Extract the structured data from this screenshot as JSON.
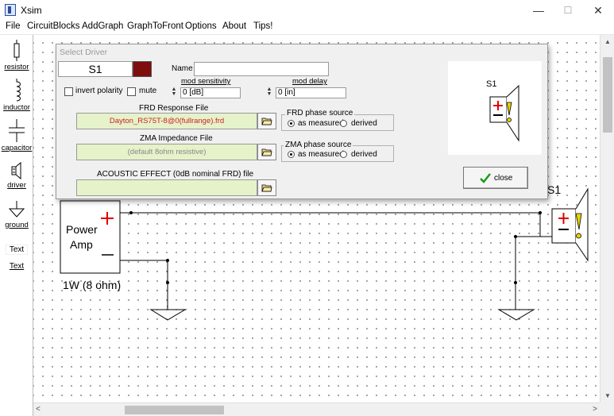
{
  "app": {
    "title": "Xsim"
  },
  "window_controls": {
    "minimize": "—",
    "maximize": "☐",
    "close": "✕"
  },
  "menu": [
    "File",
    "CircuitBlocks",
    "AddGraph",
    "GraphToFront",
    "Options",
    "About",
    "Tips!"
  ],
  "toolbox": [
    {
      "label": "resistor",
      "icon": "resistor-icon"
    },
    {
      "label": "inductor",
      "icon": "inductor-icon"
    },
    {
      "label": "capacitor",
      "icon": "capacitor-icon"
    },
    {
      "label": "driver",
      "icon": "driver-icon"
    },
    {
      "label": "ground",
      "icon": "ground-icon"
    },
    {
      "label": "Text",
      "icon_text": "Text"
    }
  ],
  "dialog": {
    "title": "Select Driver",
    "driver_id": "S1",
    "driver_color": "#7e0d0d",
    "name_label": "Name",
    "name_value": "",
    "invert_polarity_label": "invert polarity",
    "mute_label": "mute",
    "mod_sensitivity_label": "mod sensitivity",
    "mod_sensitivity_value": "0 [dB]",
    "mod_delay_label": "mod delay",
    "mod_delay_value": "0 [in]",
    "frd_label": "FRD Response File",
    "frd_value": "Dayton_RS75T-8@0(fullrange).frd",
    "frd_phase_title": "FRD phase source",
    "zma_label": "ZMA Impedance File",
    "zma_value": "(default 8ohm resistive)",
    "zma_phase_title": "ZMA phase source",
    "phase_as_measured": "as measured",
    "phase_derived": "derived",
    "acoustic_label": "ACOUSTIC EFFECT (0dB nominal FRD) file",
    "acoustic_value": "",
    "preview_label": "S1",
    "close_label": "close"
  },
  "circuit": {
    "amp_label_line1": "Power",
    "amp_label_line2": "Amp",
    "amp_rating": "1W (8 ohm)",
    "driver_label": "S1"
  },
  "colors": {
    "plus": "#e00000",
    "warning": "#e8d400",
    "file_box": "#e6f2c9",
    "frd_text": "#cc2222"
  }
}
